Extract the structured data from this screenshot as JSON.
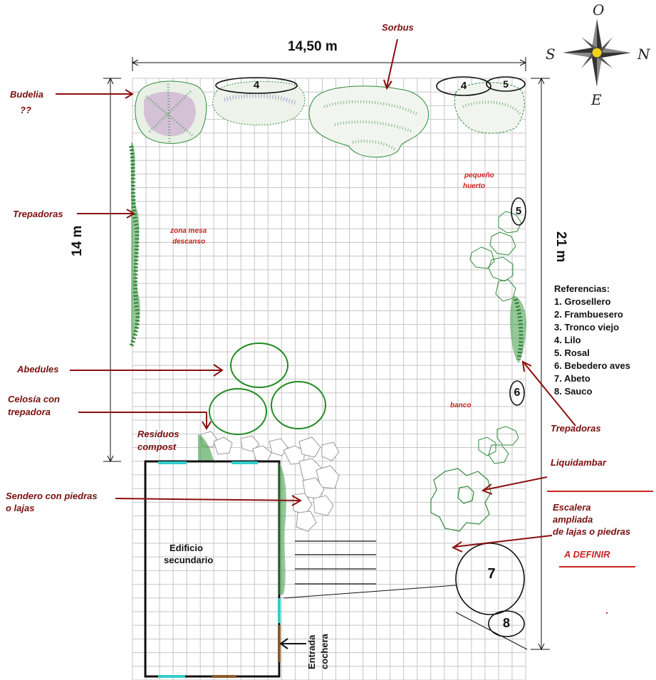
{
  "dimensions": {
    "width_label": "14,50 m",
    "height_label_left": "14 m",
    "height_label_right": "21 m"
  },
  "compass": {
    "north": "N",
    "south": "S",
    "east": "E",
    "west": "O"
  },
  "labels": {
    "budelia": "Budelia",
    "budelia_q": "??",
    "sorbus": "Sorbus",
    "trepadoras_left": "Trepadoras",
    "abedules": "Abedules",
    "celosia": "Celosía con",
    "celosia_2": "trepadora",
    "residuos": "Residuos",
    "compost": "compost",
    "sendero": "Sendero con piedras",
    "sendero_2": "o lajas",
    "trepadoras_right": "Trepadoras",
    "liquidambar": "Liquidambar",
    "escalera": "Escalera",
    "escalera_2": "ampliada",
    "escalera_3": "de lajas o piedras",
    "a_definir": "A DEFINIR"
  },
  "zones": {
    "pequeno": "pequeño",
    "huerto": "huerto",
    "zona_mesa": "zona mesa",
    "descanso": "descanso",
    "banco": "banco"
  },
  "building": {
    "line1": "Edificio",
    "line2": "secundario"
  },
  "entrance": {
    "line1": "Entrada",
    "line2": "cochera"
  },
  "markers": {
    "lilo_a": "4",
    "lilo_b": "4",
    "rosal_top": "5",
    "rosal_right": "5",
    "bebedero": "6",
    "abeto": "7",
    "sauco": "8"
  },
  "references": {
    "title": "Referencias:",
    "items": [
      "1. Grosellero",
      "2. Frambuesero",
      "3. Tronco viejo",
      "4. Lilo",
      "5. Rosal",
      "6. Bebedero aves",
      "7. Abeto",
      "8. Sauco"
    ]
  },
  "colors": {
    "grid": "#c6c6c6",
    "plant": "#2e8b3a",
    "annotation": "#7a0f0f",
    "accent_red": "#cc2222",
    "water": "#33cccc"
  }
}
